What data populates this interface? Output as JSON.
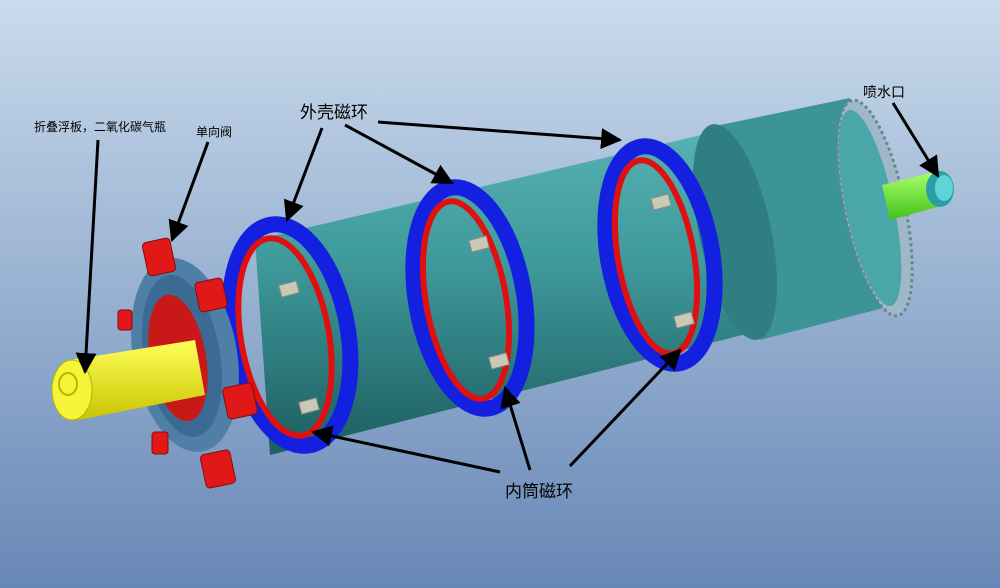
{
  "labels": {
    "folding_float": "折叠浮板，二氧化碳气瓶",
    "check_valve": "单向阀",
    "outer_ring": "外壳磁环",
    "nozzle": "喷水口",
    "inner_ring": "内筒磁环"
  },
  "colors": {
    "background_top": "#c6d8ea",
    "background_bottom": "#6a8ab8",
    "body": "#3f9a9c",
    "outer_ring": "#1420e0",
    "inner_ring": "#e01010",
    "shaft": "#f2f21a",
    "valve": "#e01818",
    "nozzle": "#7ef23a",
    "flange": "#4f7ea6"
  }
}
